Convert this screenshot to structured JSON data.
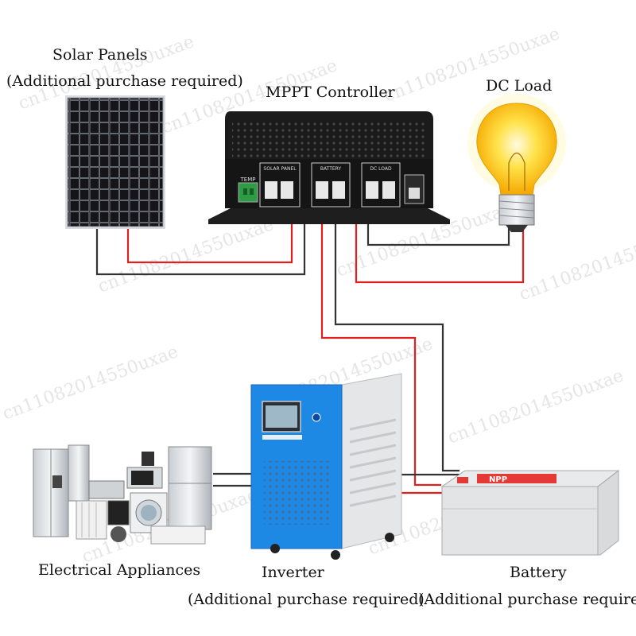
{
  "components": {
    "solar_panels": {
      "title": "Solar Panels",
      "note": "(Additional purchase required)"
    },
    "controller": {
      "title": "MPPT Controller",
      "temp_label": "TEMP",
      "port_solar": "SOLAR PANEL",
      "port_battery": "BATTERY",
      "port_load": "DC LOAD"
    },
    "dc_load": {
      "title": "DC Load"
    },
    "appliances": {
      "title": "Electrical Appliances"
    },
    "inverter": {
      "title": "Inverter",
      "note": "(Additional purchase required)"
    },
    "battery": {
      "title": "Battery",
      "note": "(Additional purchase required)",
      "brand": "NPP"
    }
  },
  "watermark": {
    "text": "cn11082014550uxae"
  },
  "colors": {
    "wire_positive": "#e02020",
    "wire_negative": "#333333",
    "inverter_blue": "#1e88e5",
    "bulb_glow": "#ffd400",
    "battery_red": "#e53935"
  }
}
